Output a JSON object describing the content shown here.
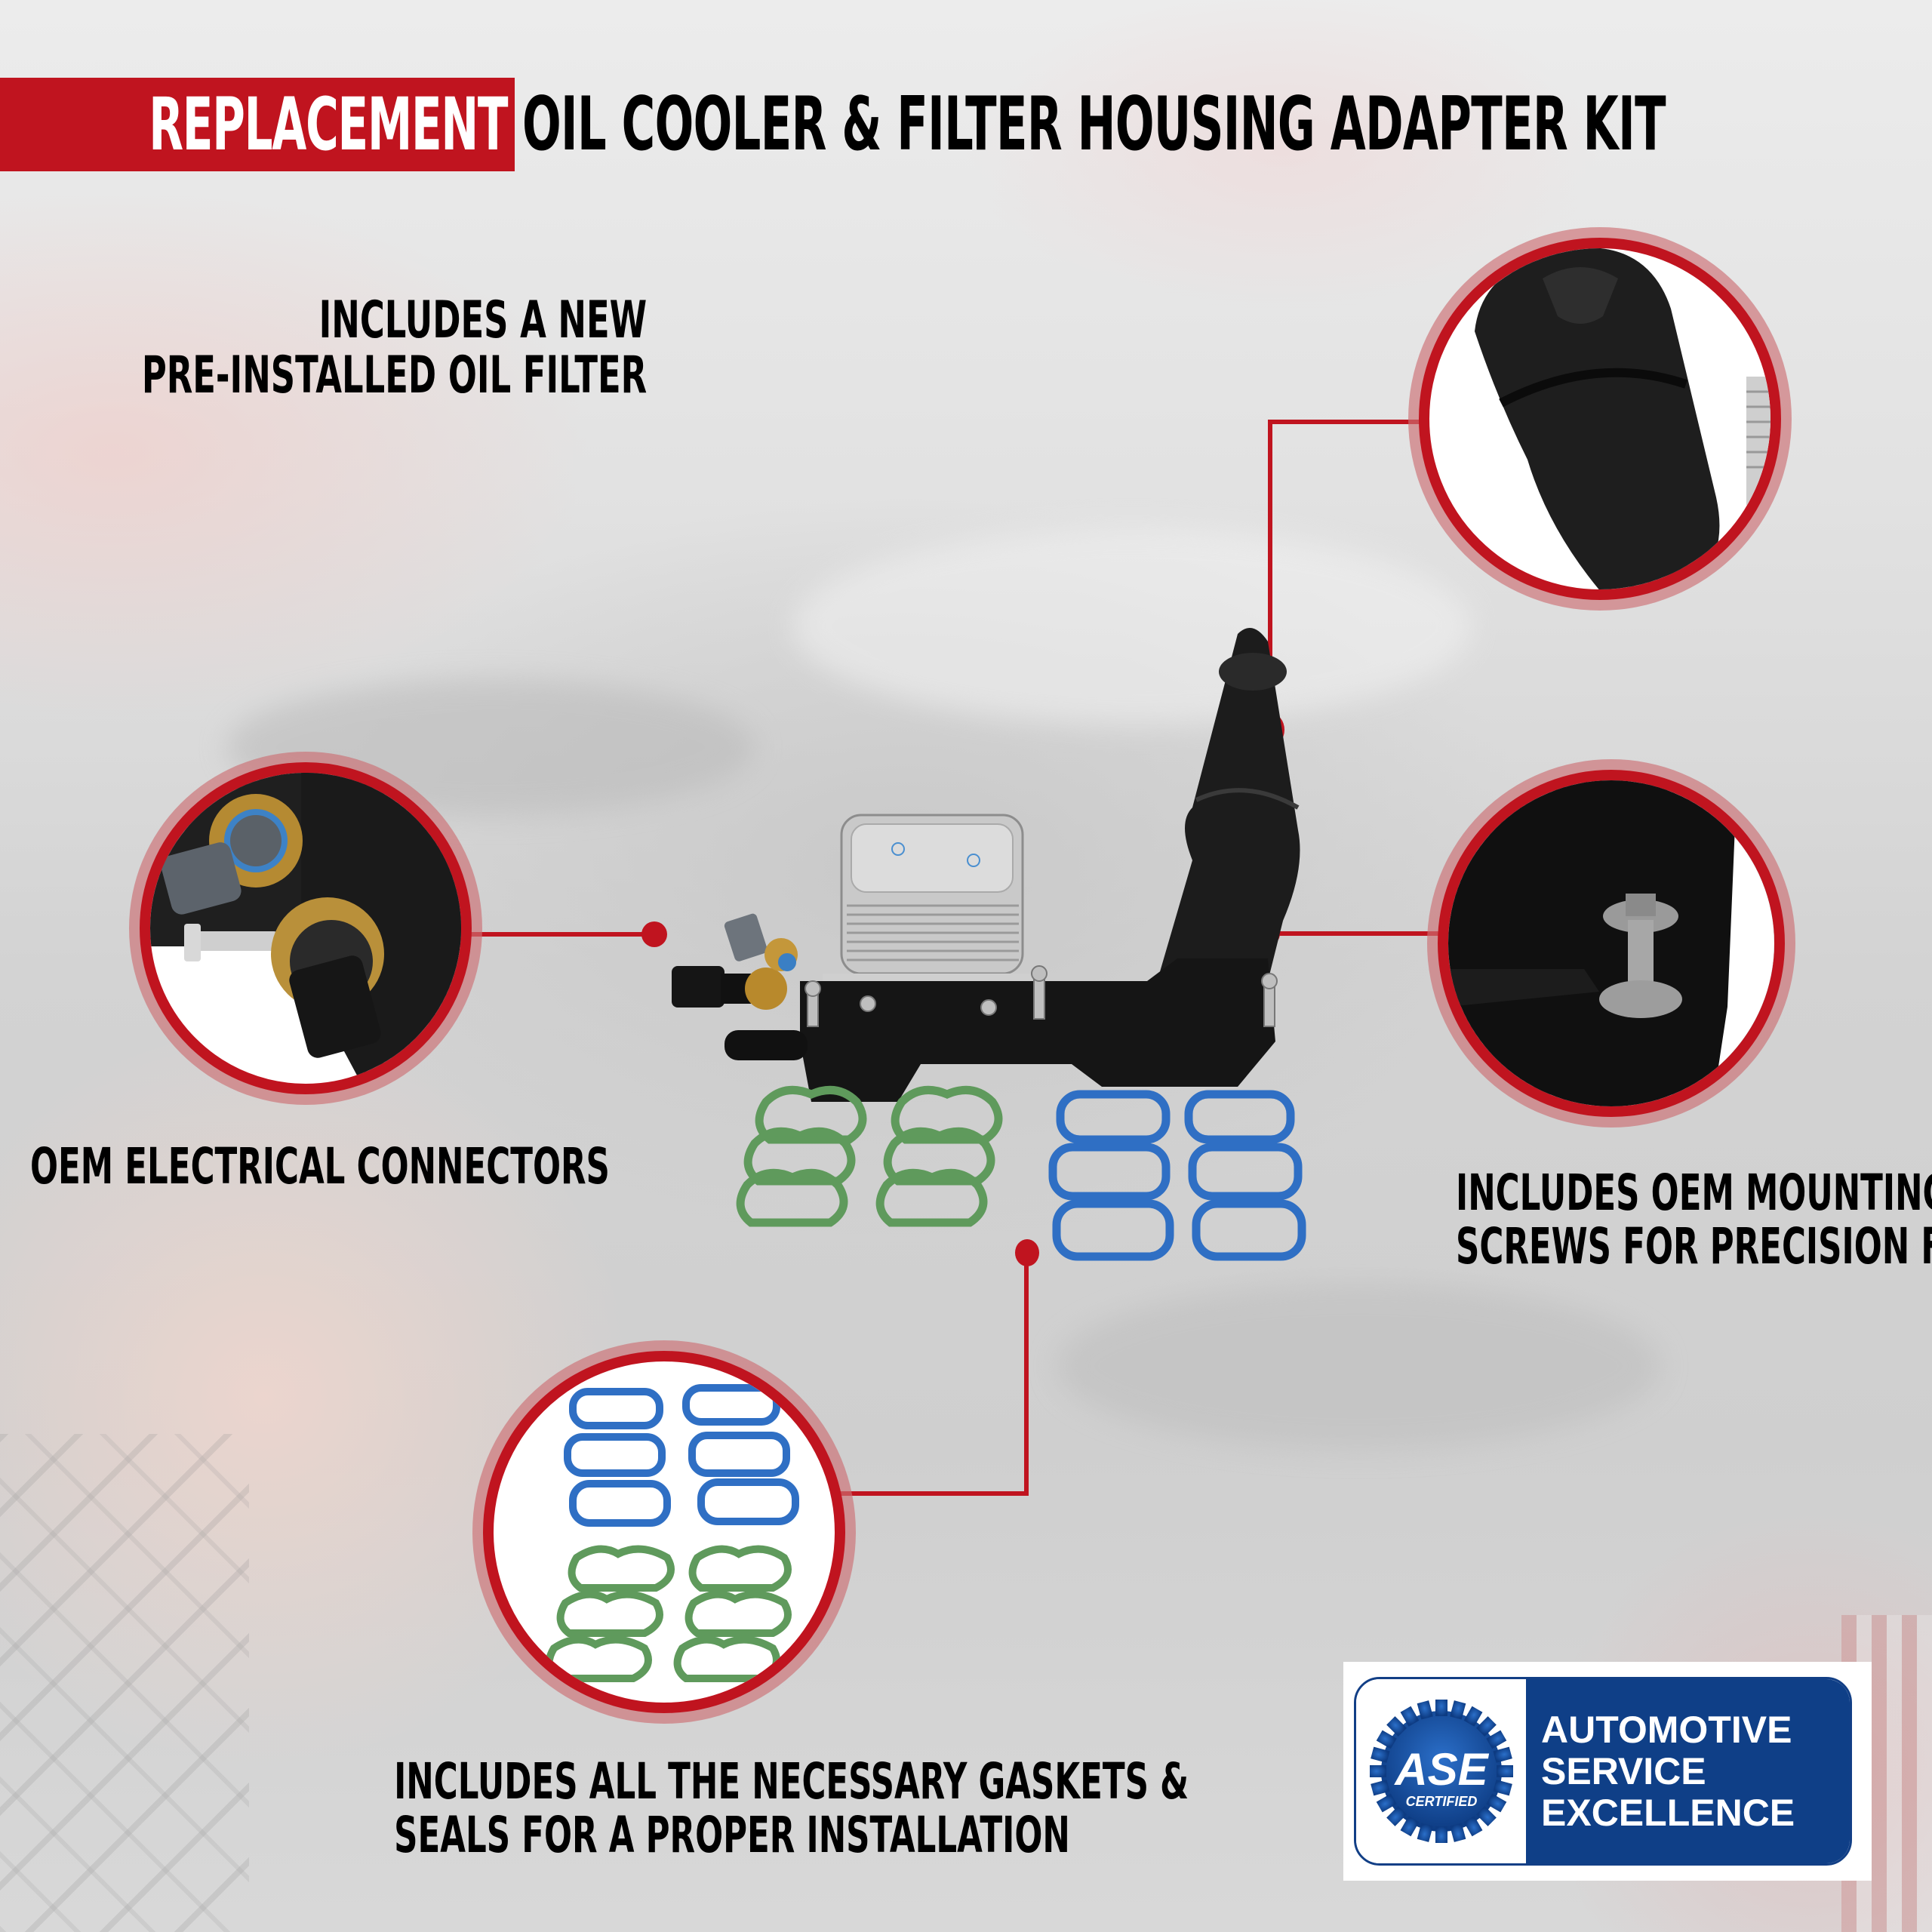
{
  "title": {
    "highlight": "REPLACEMENT",
    "rest": "OIL COOLER & FILTER HOUSING ADAPTER KIT"
  },
  "callouts": [
    {
      "id": "filter",
      "lines": [
        "INCLUDES A NEW",
        "PRE-INSTALLED OIL FILTER"
      ],
      "image": "oil-filter-closeup"
    },
    {
      "id": "electrical",
      "lines": [
        "OEM ELECTRICAL CONNECTORS"
      ],
      "image": "sensor-connectors-closeup"
    },
    {
      "id": "screws",
      "lines": [
        "INCLUDES OEM MOUNTING",
        "SCREWS FOR PRECISION FIT"
      ],
      "image": "mounting-screw-closeup"
    },
    {
      "id": "gaskets",
      "lines": [
        "INCLUDES ALL THE NECESSARY GASKETS &",
        "SEALS FOR A PROPER INSTALLATION"
      ],
      "image": "gasket-set-closeup"
    }
  ],
  "product": {
    "name": "oil cooler & filter housing adapter",
    "gaskets": {
      "green_count": 6,
      "blue_count": 6
    }
  },
  "badge": {
    "logo_main": "ASE",
    "logo_sub": "CERTIFIED",
    "lines": [
      "AUTOMOTIVE",
      "SERVICE",
      "EXCELLENCE"
    ]
  },
  "colors": {
    "accent_red": "#c0141f",
    "ase_blue": "#0f3f87",
    "gasket_green": "#5f9a5c",
    "gasket_blue": "#2f6fc4"
  }
}
